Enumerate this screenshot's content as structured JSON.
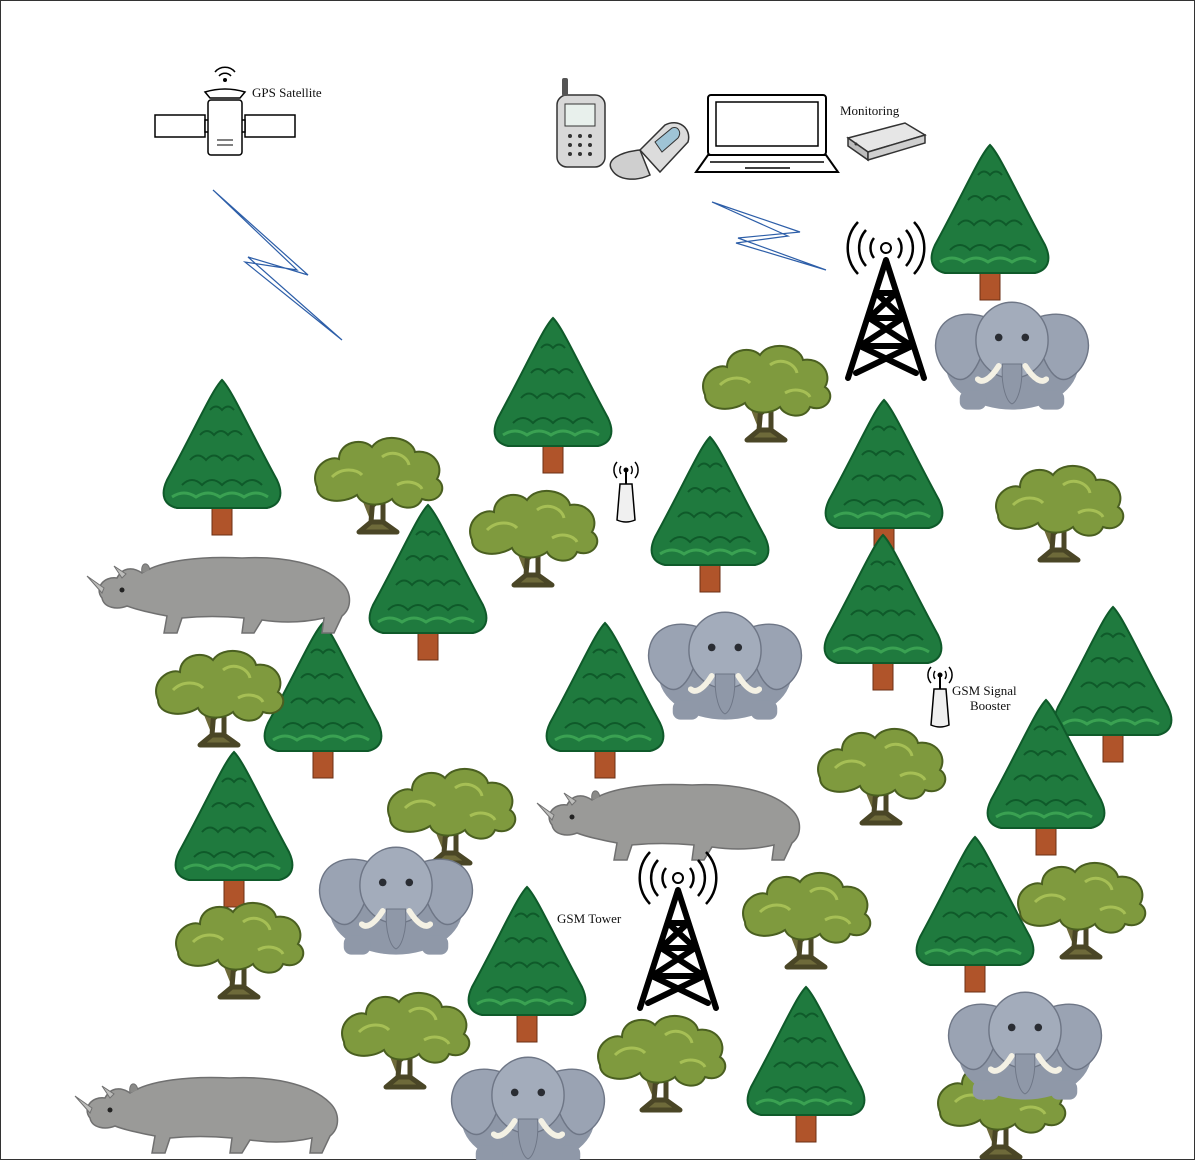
{
  "labels": {
    "gps_satellite": "GPS Satellite",
    "monitoring": "Monitoring",
    "gsm_booster_line1": "GSM Signal",
    "gsm_booster_line2": "Booster",
    "gsm_tower": "GSM Tower"
  },
  "colors": {
    "pine_dark": "#1a6b36",
    "pine_mid": "#2b8a45",
    "pine_light": "#3aa152",
    "trunk": "#b0542a",
    "oak_leaf": "#7f9a3e",
    "oak_leaf_light": "#a6bf55",
    "oak_trunk": "#6e6a3a",
    "elephant": "#8f98a8",
    "rhino": "#9a9a98",
    "signal_line": "#2d5ea8",
    "tower": "#000000"
  },
  "icons": {
    "satellite": "satellite-icon",
    "phone": "mobile-phone-icon",
    "flip_phone": "flip-phone-icon",
    "laptop": "laptop-icon",
    "router": "router-icon",
    "tower": "gsm-tower-icon",
    "booster": "signal-booster-icon",
    "pine": "pine-tree-icon",
    "oak": "oak-tree-icon",
    "elephant": "elephant-icon",
    "rhino": "rhino-icon"
  }
}
